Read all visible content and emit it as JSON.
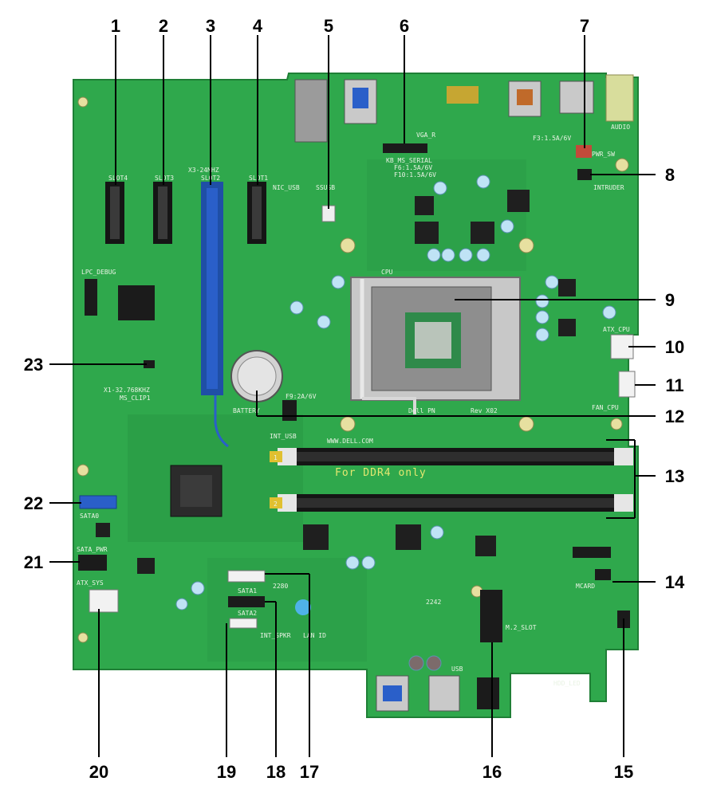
{
  "callouts": {
    "c1": "1",
    "c2": "2",
    "c3": "3",
    "c4": "4",
    "c5": "5",
    "c6": "6",
    "c7": "7",
    "c8": "8",
    "c9": "9",
    "c10": "10",
    "c11": "11",
    "c12": "12",
    "c13": "13",
    "c14": "14",
    "c15": "15",
    "c16": "16",
    "c17": "17",
    "c18": "18",
    "c19": "19",
    "c20": "20",
    "c21": "21",
    "c22": "22",
    "c23": "23"
  },
  "silkscreen": {
    "ddr_label": "For DDR4 only",
    "slot1": "SLOT4",
    "slot2": "SLOT3",
    "slot3": "SLOT2",
    "slot4": "SLOT1",
    "nic_usb": "NIC_USB",
    "ssusb": "SSUSB",
    "kb_ms_serial": "KB_MS_SERIAL",
    "fuse_kb1": "F6:1.5A/6V",
    "fuse_kb2": "F10:1.5A/6V",
    "vga": "VGA_R",
    "fuse_top_right": "F3:1.5A/6V",
    "intruder": "INTRUDER",
    "cpu": "CPU",
    "atx_cpu": "ATX_CPU",
    "fan_cpu": "FAN_CPU",
    "dell_pn": "Dell PN",
    "rev": "Rev X02",
    "www": "WWW.DELL.COM",
    "battery": "BATTERY",
    "int_usb": "INT_USB",
    "fuse_int_usb": "F9:2A/6V",
    "lpc_debug": "LPC_DEBUG",
    "x1": "X1-32.768KHZ",
    "ms_clip": "MS_CLIP1",
    "x3": "X3-24MHZ",
    "sata0": "SATA0",
    "sata_pwr": "SATA_PWR",
    "atx_sys": "ATX_SYS",
    "sata1": "SATA1",
    "sata2": "SATA2",
    "int_spkr": "INT_SPKR",
    "m2_2280": "2280",
    "m2_2242": "2242",
    "m2_slot": "M.2_SLOT",
    "usb_bottom": "USB",
    "hdd_led": "HDD_LED",
    "mcard": "MCARD",
    "audio": "AUDIO",
    "dimm1": "1",
    "dimm2": "2",
    "lan_label": "LAN ID",
    "pwr_sw": "PWR_SW"
  },
  "colors": {
    "board": "#2fa84c",
    "board_dark": "#1f7f36",
    "background": "#ffffff",
    "pcie_x16": "#2a5fc9",
    "callout_line": "#000000",
    "slot_dark": "#151515"
  }
}
